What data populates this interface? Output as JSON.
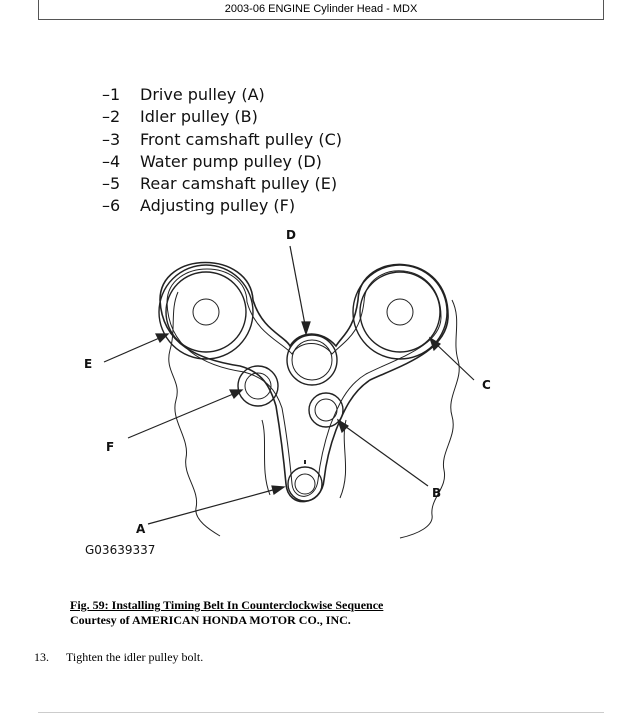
{
  "header": {
    "title": "2003-06 ENGINE Cylinder Head - MDX"
  },
  "figure": {
    "legend": [
      {
        "num": "–1",
        "label": "Drive pulley (A)"
      },
      {
        "num": "–2",
        "label": "Idler pulley (B)"
      },
      {
        "num": "–3",
        "label": "Front camshaft pulley (C)"
      },
      {
        "num": "–4",
        "label": "Water pump pulley (D)"
      },
      {
        "num": "–5",
        "label": "Rear camshaft pulley (E)"
      },
      {
        "num": "–6",
        "label": "Adjusting pulley (F)"
      }
    ],
    "callouts": {
      "a": "A",
      "b": "B",
      "c": "C",
      "d": "D",
      "e": "E",
      "f": "F"
    },
    "id": "G03639337"
  },
  "caption": {
    "title": "Fig. 59: Installing Timing Belt In Counterclockwise Sequence",
    "credit": "Courtesy of AMERICAN HONDA MOTOR CO., INC."
  },
  "step": {
    "number": "13.",
    "text": "Tighten the idler pulley bolt."
  }
}
